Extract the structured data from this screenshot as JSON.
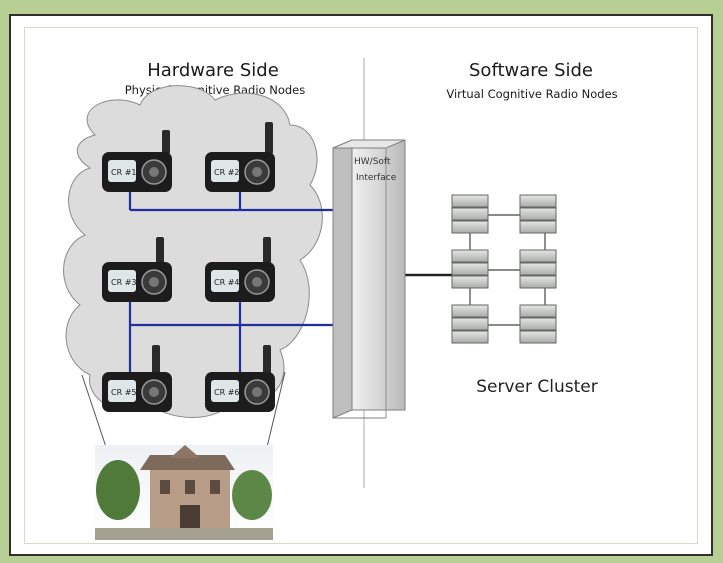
{
  "hardware": {
    "title": "Hardware Side",
    "subtitle": "Physical Cognitive Radio Nodes"
  },
  "software": {
    "title": "Software  Side",
    "subtitle": "Virtual Cognitive Radio Nodes"
  },
  "interface": {
    "label_line1": "HW/Soft",
    "label_line2": "Interface"
  },
  "radios": [
    {
      "label": "CR #1"
    },
    {
      "label": "CR #2"
    },
    {
      "label": "CR #3"
    },
    {
      "label": "CR #4"
    },
    {
      "label": "CR #5"
    },
    {
      "label": "CR #6"
    }
  ],
  "server_cluster": {
    "label": "Server Cluster"
  },
  "colors": {
    "page_background": "#b8cf93",
    "link_blue": "#1f2fa0",
    "cloud": "#d9d9d9",
    "server": "#c9cbc9"
  },
  "icons": {
    "radio": "handheld-radio-icon",
    "server": "server-stack-icon",
    "building": "building-image-icon",
    "cloud": "cloud-shape"
  }
}
